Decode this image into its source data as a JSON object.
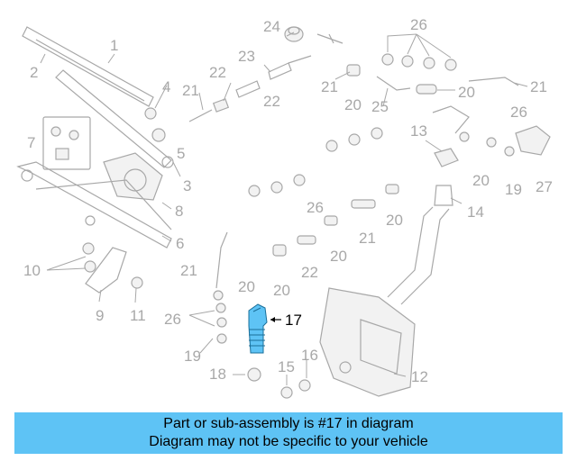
{
  "diagram": {
    "highlight_color": "#5ec3f5",
    "line_color": "#a8a8a8",
    "highlighted_part": "17",
    "callouts": [
      "1",
      "2",
      "3",
      "4",
      "5",
      "6",
      "7",
      "8",
      "9",
      "10",
      "11",
      "12",
      "13",
      "14",
      "15",
      "16",
      "17",
      "18",
      "19",
      "20",
      "21",
      "22",
      "23",
      "24",
      "25",
      "26",
      "27"
    ]
  },
  "caption": {
    "line1": "Part or sub-assembly is #17 in diagram",
    "line2": "Diagram may not be specific to your vehicle"
  }
}
